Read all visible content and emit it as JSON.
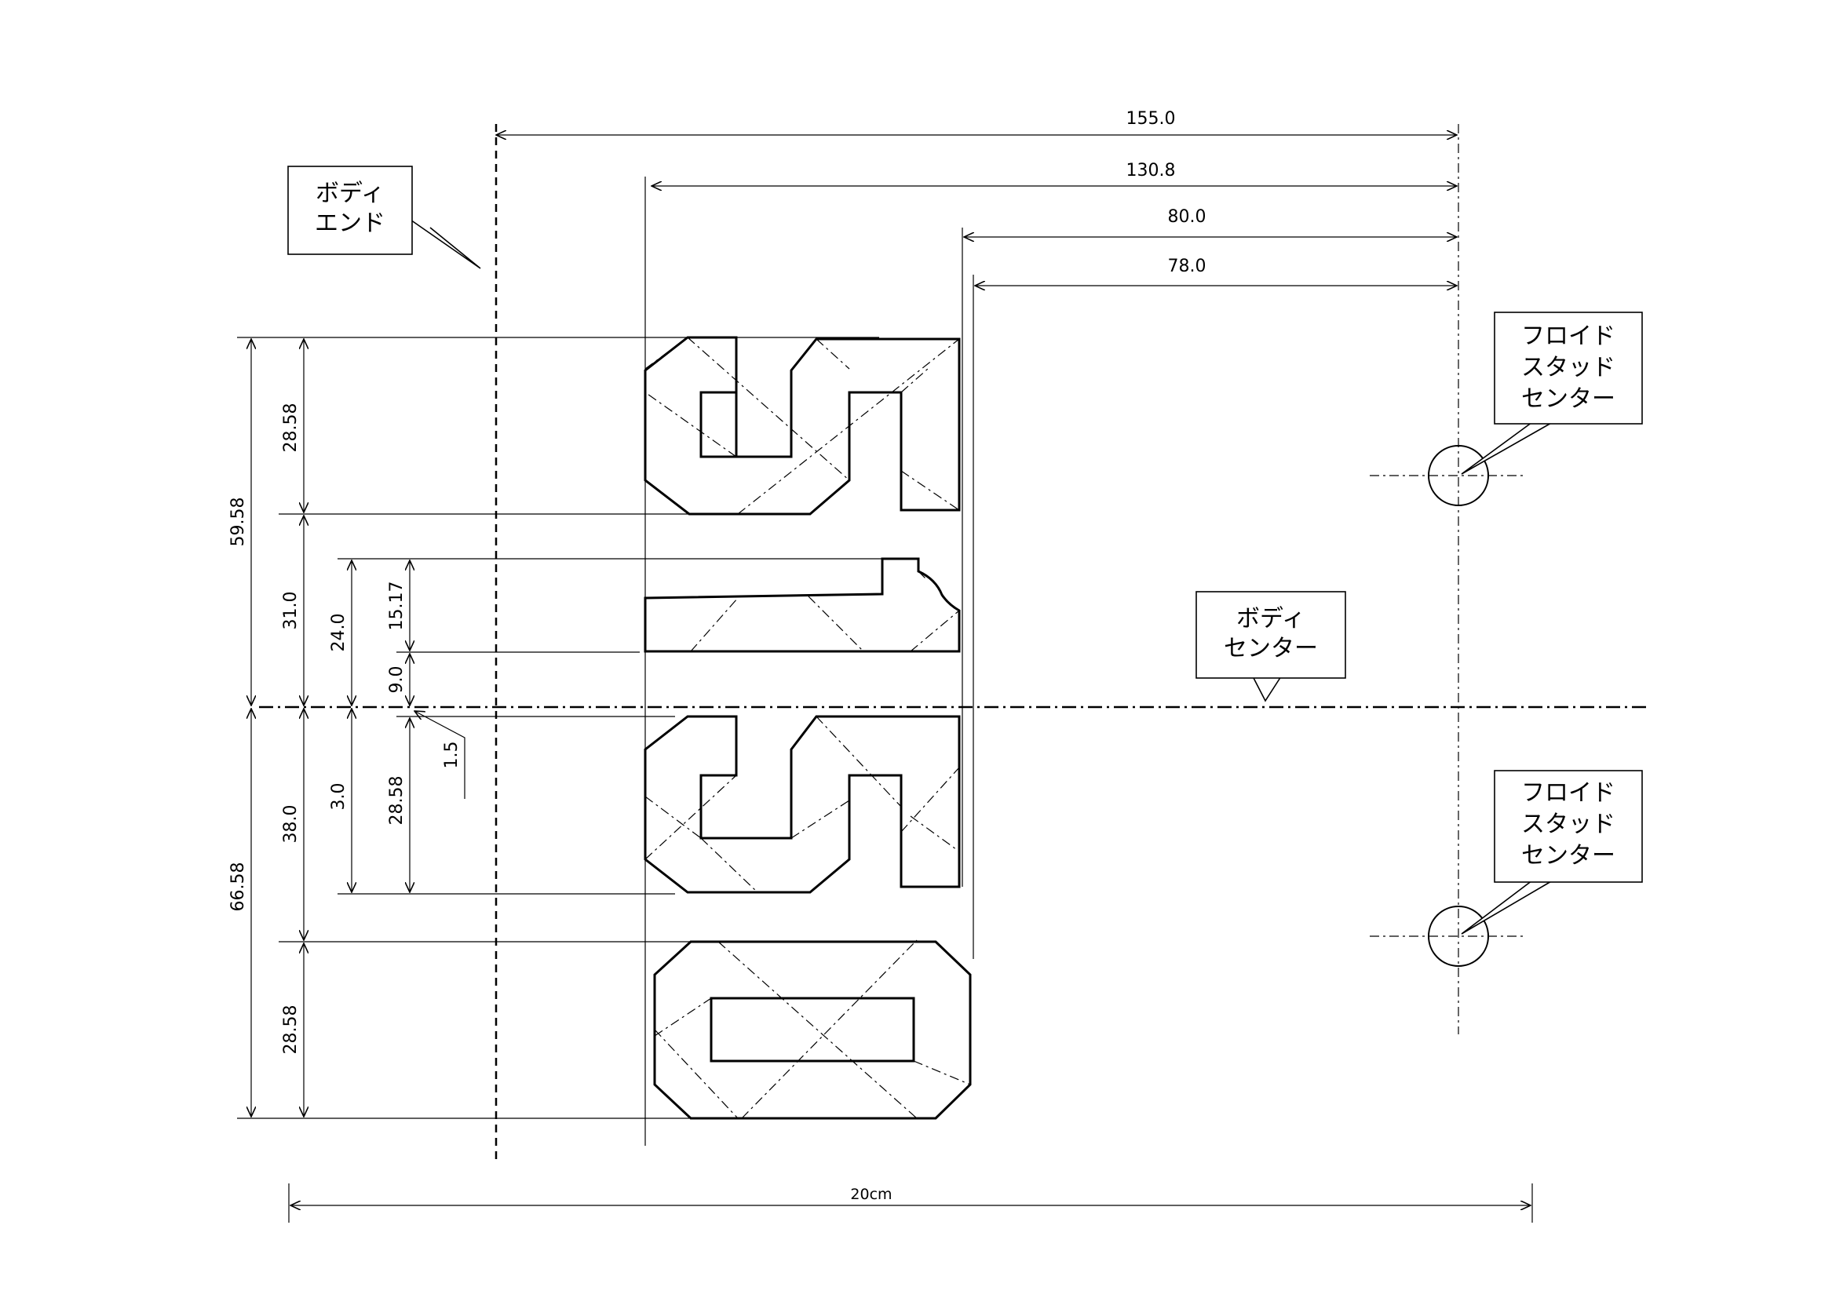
{
  "horizontal_dimensions": [
    {
      "id": "d155",
      "value": "155.0"
    },
    {
      "id": "d130",
      "value": "130.8"
    },
    {
      "id": "d80",
      "value": "80.0"
    },
    {
      "id": "d78",
      "value": "78.0"
    }
  ],
  "vertical_dimensions": [
    {
      "id": "v5958",
      "value": "59.58"
    },
    {
      "id": "v6658",
      "value": "66.58"
    },
    {
      "id": "v2858a",
      "value": "28.58"
    },
    {
      "id": "v310",
      "value": "31.0"
    },
    {
      "id": "v380",
      "value": "38.0"
    },
    {
      "id": "v2858c",
      "value": "28.58"
    },
    {
      "id": "v240",
      "value": "24.0"
    },
    {
      "id": "v30",
      "value": "3.0"
    },
    {
      "id": "v1517",
      "value": "15.17"
    },
    {
      "id": "v90",
      "value": "9.0"
    },
    {
      "id": "v2858b",
      "value": "28.58"
    },
    {
      "id": "v15",
      "value": "1.5"
    }
  ],
  "scale_label": "20cm",
  "callouts": {
    "body_end": [
      "ボディ",
      "エンド"
    ],
    "body_center": [
      "ボディ",
      "センター"
    ],
    "floyd_upper": [
      "フロイド",
      "スタッド",
      "センター"
    ],
    "floyd_lower": [
      "フロイド",
      "スタッド",
      "センター"
    ]
  }
}
